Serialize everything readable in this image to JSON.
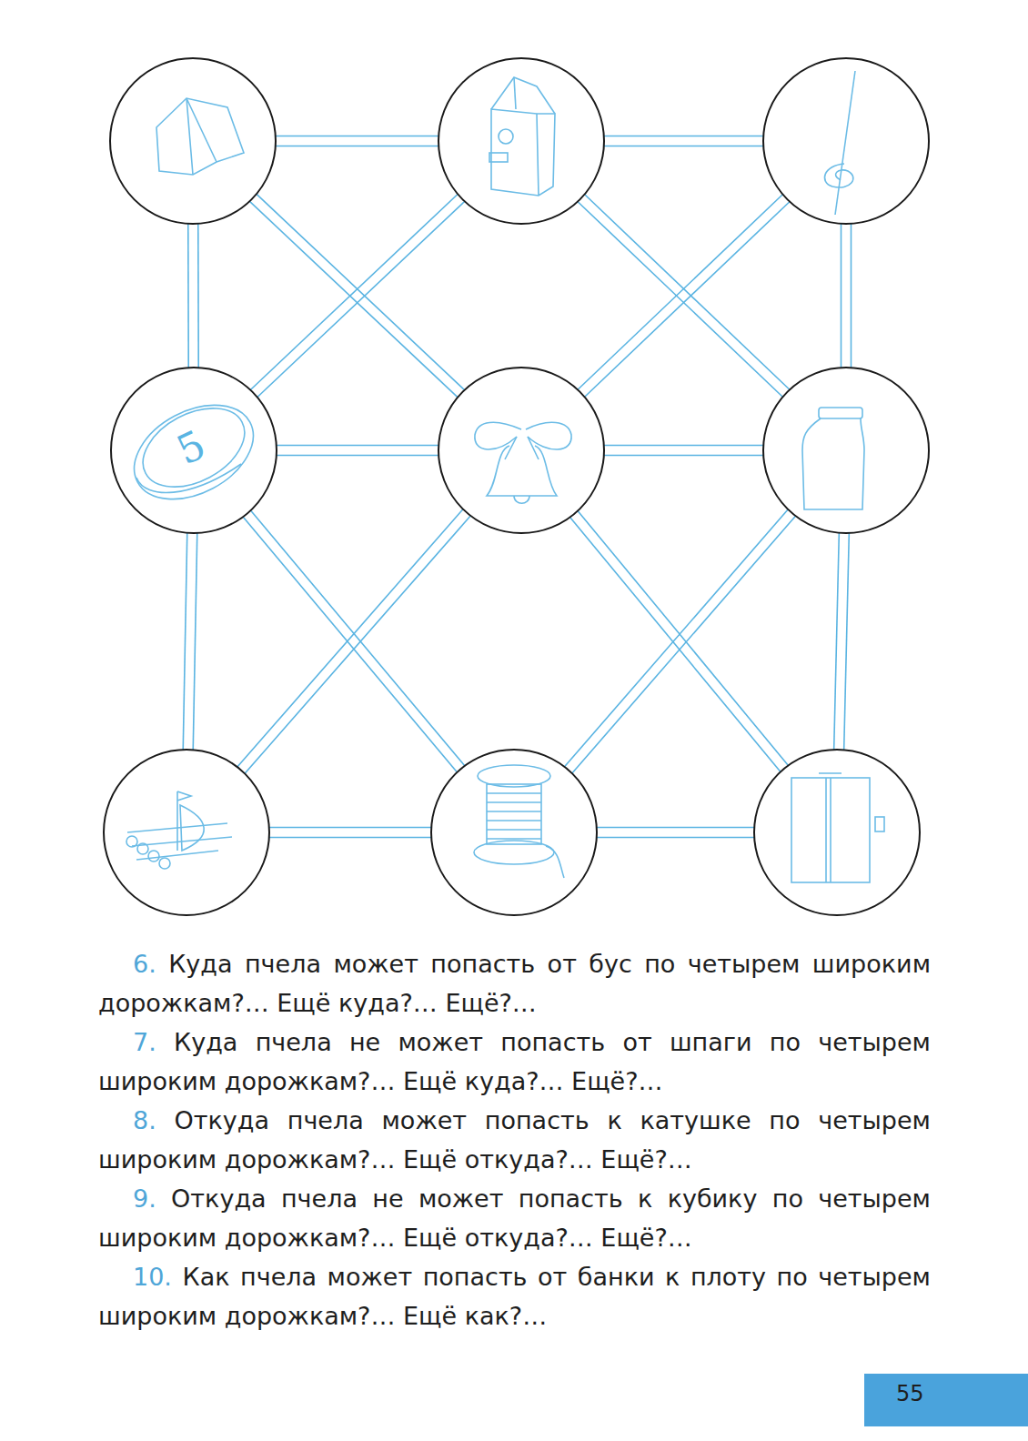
{
  "diagram": {
    "nodes": [
      {
        "text": []
      },
      {
        "text": []
      },
      {
        "text": []
      },
      {
        "text": []
      },
      {
        "text": []
      },
      {
        "text": []
      },
      {
        "text": []
      },
      {
        "text": []
      },
      {
        "text": []
      }
    ],
    "edges": [
      {
        "from": 0,
        "to": 1,
        "arrow": "none"
      },
      {
        "from": 1,
        "to": 2,
        "arrow": "none"
      },
      {
        "from": 3,
        "to": 4,
        "arrow": "none"
      },
      {
        "from": 4,
        "to": 5,
        "arrow": "none"
      },
      {
        "from": 6,
        "to": 7,
        "arrow": "none"
      },
      {
        "from": 7,
        "to": 8,
        "arrow": "none"
      },
      {
        "from": 0,
        "to": 3,
        "arrow": "none"
      },
      {
        "from": 3,
        "to": 6,
        "arrow": "none"
      },
      {
        "from": 2,
        "to": 5,
        "arrow": "none"
      },
      {
        "from": 5,
        "to": 8,
        "arrow": "none"
      },
      {
        "from": 0,
        "to": 4,
        "arrow": "none"
      },
      {
        "from": 1,
        "to": 3,
        "arrow": "none"
      },
      {
        "from": 1,
        "to": 5,
        "arrow": "none"
      },
      {
        "from": 2,
        "to": 4,
        "arrow": "none"
      },
      {
        "from": 3,
        "to": 7,
        "arrow": "none"
      },
      {
        "from": 4,
        "to": 6,
        "arrow": "none"
      },
      {
        "from": 4,
        "to": 8,
        "arrow": "none"
      },
      {
        "from": 5,
        "to": 7,
        "arrow": "none"
      }
    ],
    "labels": [
      "6.",
      "Куда пчела может попасть от бус по четырем широким дорожкам?… Ещё куда?… Ещё?…",
      "7.",
      "Куда пчела не может попасть от шпаги по четырем широким дорожкам?… Ещё куда?… Ещё?…",
      "8.",
      "Откуда пчела может попасть к катушке по четырем широким дорожкам?… Ещё откуда?… Ещё?…",
      "9.",
      "Откуда пчела не может попасть к кубику по четырем широким дорожкам?… Ещё откуда?… Ещё?…",
      "10.",
      "Как пчела может попасть от банки к плоту по четырем широким дорожкам?… Ещё как?…",
      "5",
      "55"
    ]
  }
}
